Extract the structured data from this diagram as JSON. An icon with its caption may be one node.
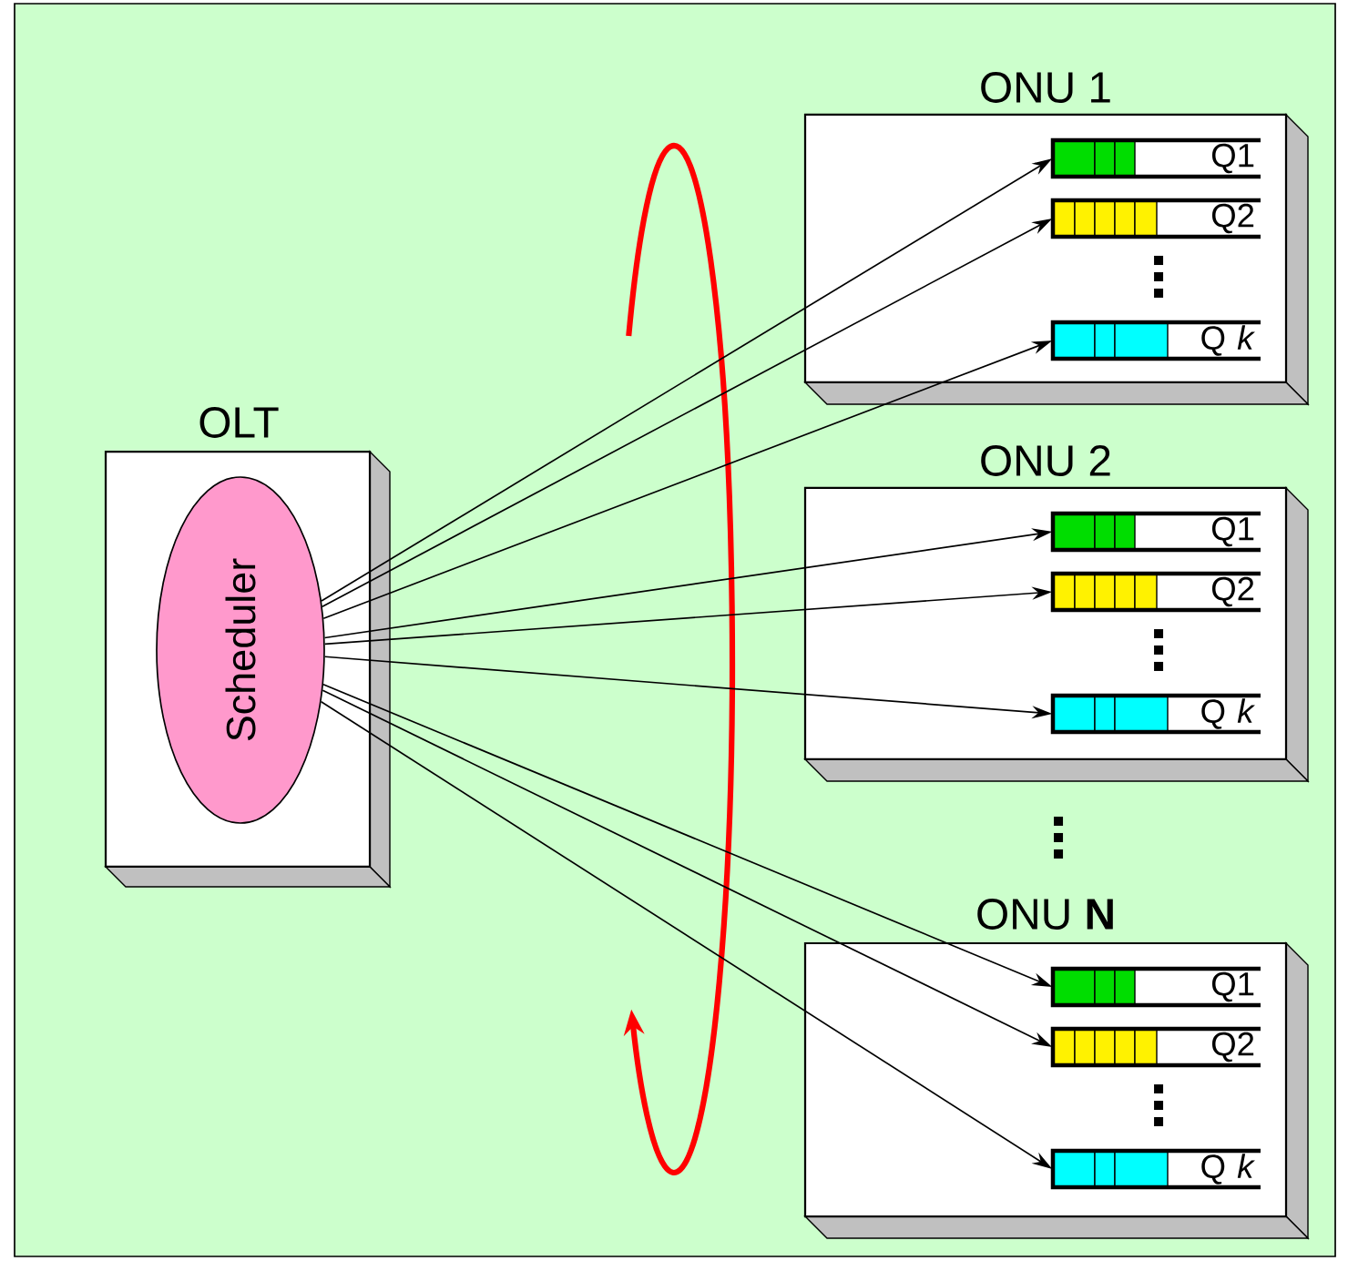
{
  "diagram": {
    "nodes": [
      {
        "text": [
          "OLT"
        ]
      },
      {
        "text": [
          "Scheduler"
        ],
        "in": 0
      },
      {
        "text": [
          "ONU 1"
        ]
      },
      {
        "text": [
          "Q1"
        ],
        "in": 2
      },
      {
        "text": [
          "Q2"
        ],
        "in": 2
      },
      {
        "text": [
          "Q *k*"
        ],
        "in": 2
      },
      {
        "text": [
          "ONU 2"
        ]
      },
      {
        "text": [
          "Q1"
        ],
        "in": 6
      },
      {
        "text": [
          "Q2"
        ],
        "in": 6
      },
      {
        "text": [
          "Q *k*"
        ],
        "in": 6
      },
      {
        "text": [
          "ONU **N**"
        ]
      },
      {
        "text": [
          "Q1"
        ],
        "in": 10
      },
      {
        "text": [
          "Q2"
        ],
        "in": 10
      },
      {
        "text": [
          "Q *k*"
        ],
        "in": 10
      }
    ],
    "edges": [
      {
        "from": 1,
        "to": 3,
        "arrow": "to"
      },
      {
        "from": 1,
        "to": 4,
        "arrow": "to"
      },
      {
        "from": 1,
        "to": 5,
        "arrow": "to"
      },
      {
        "from": 1,
        "to": 7,
        "arrow": "to"
      },
      {
        "from": 1,
        "to": 8,
        "arrow": "to"
      },
      {
        "from": 1,
        "to": 9,
        "arrow": "to"
      },
      {
        "from": 1,
        "to": 11,
        "arrow": "to"
      },
      {
        "from": 1,
        "to": 12,
        "arrow": "to"
      },
      {
        "from": 1,
        "to": 13,
        "arrow": "to"
      }
    ]
  }
}
